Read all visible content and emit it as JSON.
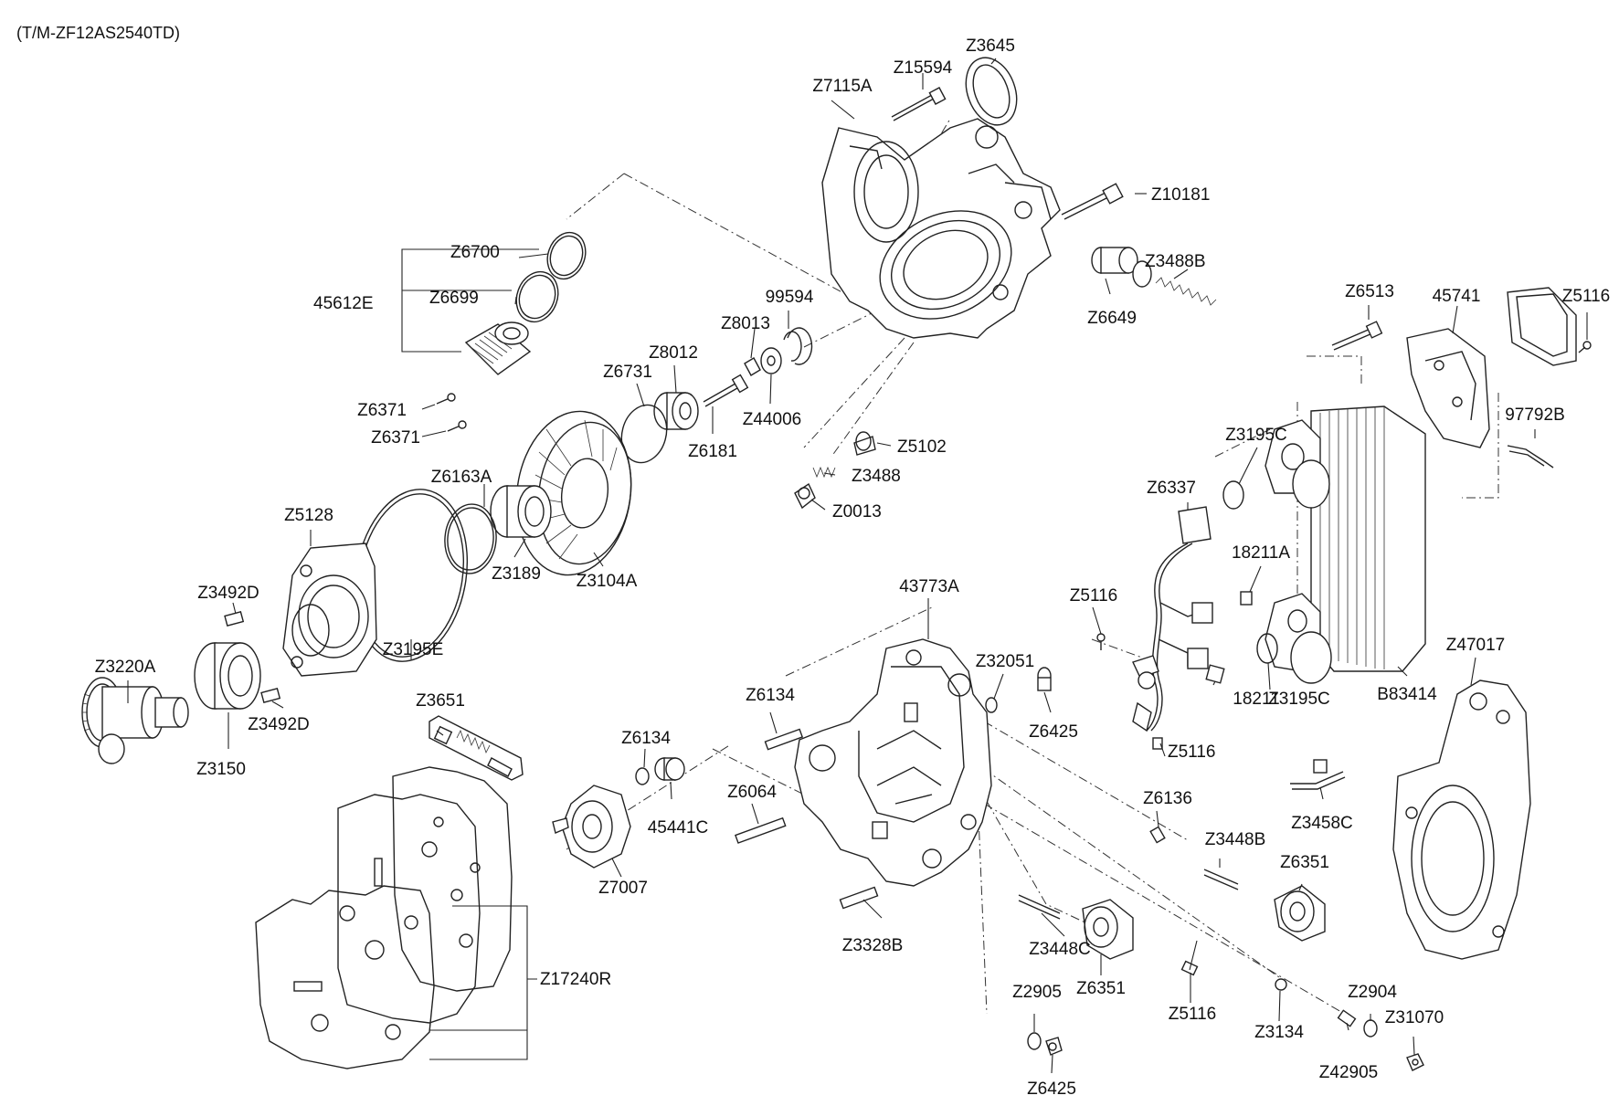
{
  "title": "(T/M-ZF12AS2540TD)",
  "labels": {
    "Z3645": "Z3645",
    "Z15594": "Z15594",
    "Z7115A": "Z7115A",
    "Z10181": "Z10181",
    "Z6700": "Z6700",
    "Z3488B": "Z3488B",
    "45612E": "45612E",
    "Z6699": "Z6699",
    "Z6649": "Z6649",
    "Z6513": "Z6513",
    "45741": "45741",
    "Z5116_top": "Z5116",
    "99594": "99594",
    "Z8013": "Z8013",
    "Z8012": "Z8012",
    "Z6731": "Z6731",
    "Z6371_a": "Z6371",
    "Z6371_b": "Z6371",
    "Z44006": "Z44006",
    "97792B": "97792B",
    "Z6181": "Z6181",
    "Z5102": "Z5102",
    "Z3195C_top": "Z3195C",
    "Z3488": "Z3488",
    "Z6163A": "Z6163A",
    "Z6337": "Z6337",
    "Z0013": "Z0013",
    "Z5128": "Z5128",
    "18211A": "18211A",
    "Z3189": "Z3189",
    "Z3104A": "Z3104A",
    "Z3492D_top": "Z3492D",
    "43773A": "43773A",
    "Z5116_mid": "Z5116",
    "Z47017": "Z47017",
    "Z32051": "Z32051",
    "Z3220A": "Z3220A",
    "Z3195E": "Z3195E",
    "Z3651": "Z3651",
    "Z6134_a": "Z6134",
    "18211": "18211",
    "Z3195C_bot": "Z3195C",
    "B83414": "B83414",
    "Z3492D_bot": "Z3492D",
    "Z6425_a": "Z6425",
    "Z5116_low": "Z5116",
    "Z3150": "Z3150",
    "Z6134_b": "Z6134",
    "Z6064": "Z6064",
    "Z6136": "Z6136",
    "45441C": "45441C",
    "Z3458C": "Z3458C",
    "Z3448B": "Z3448B",
    "Z6351_a": "Z6351",
    "Z7007": "Z7007",
    "Z3328B": "Z3328B",
    "Z3448C": "Z3448C",
    "Z17240R": "Z17240R",
    "Z2905": "Z2905",
    "Z6351_b": "Z6351",
    "Z2904": "Z2904",
    "Z31070": "Z31070",
    "Z5116_bot": "Z5116",
    "Z3134": "Z3134",
    "Z42905": "Z42905",
    "Z6425_b": "Z6425"
  }
}
